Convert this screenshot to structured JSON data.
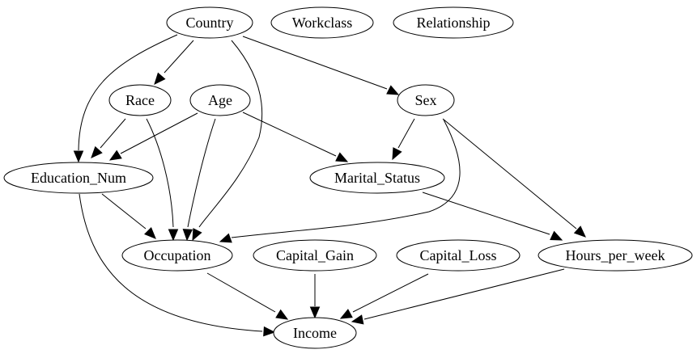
{
  "graph": {
    "nodes": [
      {
        "id": "country",
        "label": "Country"
      },
      {
        "id": "workclass",
        "label": "Workclass"
      },
      {
        "id": "relationship",
        "label": "Relationship"
      },
      {
        "id": "race",
        "label": "Race"
      },
      {
        "id": "age",
        "label": "Age"
      },
      {
        "id": "sex",
        "label": "Sex"
      },
      {
        "id": "education_num",
        "label": "Education_Num"
      },
      {
        "id": "marital_status",
        "label": "Marital_Status"
      },
      {
        "id": "occupation",
        "label": "Occupation"
      },
      {
        "id": "capital_gain",
        "label": "Capital_Gain"
      },
      {
        "id": "capital_loss",
        "label": "Capital_Loss"
      },
      {
        "id": "hours_per_week",
        "label": "Hours_per_week"
      },
      {
        "id": "income",
        "label": "Income"
      }
    ],
    "edges": [
      {
        "from": "country",
        "to": "race"
      },
      {
        "from": "country",
        "to": "education_num"
      },
      {
        "from": "country",
        "to": "occupation"
      },
      {
        "from": "country",
        "to": "sex"
      },
      {
        "from": "race",
        "to": "education_num"
      },
      {
        "from": "race",
        "to": "occupation"
      },
      {
        "from": "age",
        "to": "education_num"
      },
      {
        "from": "age",
        "to": "occupation"
      },
      {
        "from": "age",
        "to": "marital_status"
      },
      {
        "from": "sex",
        "to": "marital_status"
      },
      {
        "from": "sex",
        "to": "occupation"
      },
      {
        "from": "sex",
        "to": "hours_per_week"
      },
      {
        "from": "education_num",
        "to": "occupation"
      },
      {
        "from": "education_num",
        "to": "income"
      },
      {
        "from": "marital_status",
        "to": "hours_per_week"
      },
      {
        "from": "occupation",
        "to": "income"
      },
      {
        "from": "capital_gain",
        "to": "income"
      },
      {
        "from": "capital_loss",
        "to": "income"
      },
      {
        "from": "hours_per_week",
        "to": "income"
      }
    ]
  }
}
